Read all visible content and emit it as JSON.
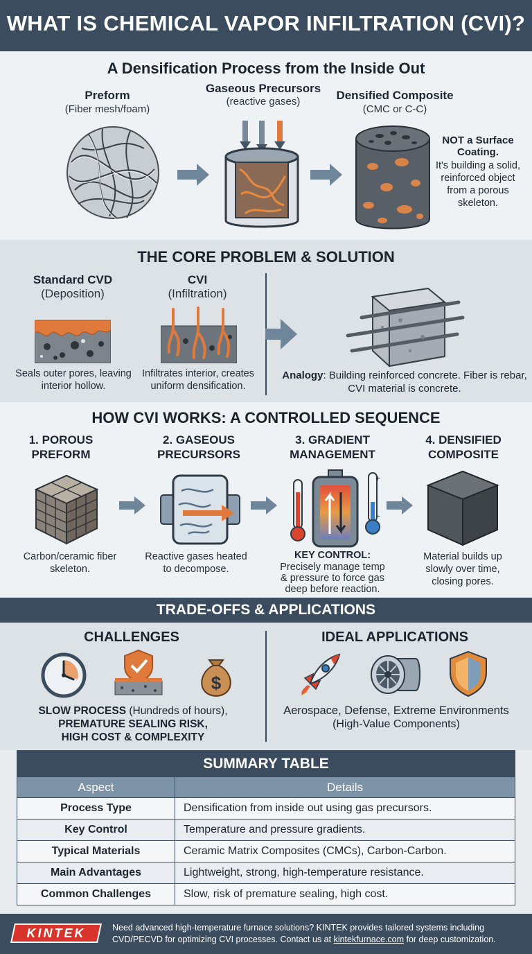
{
  "header": {
    "title": "WHAT IS CHEMICAL VAPOR INFILTRATION (CVI)?"
  },
  "overview": {
    "heading": "A Densification Process from the Inside Out",
    "preform": {
      "title": "Preform",
      "subtitle": "(Fiber mesh/foam)"
    },
    "precursors": {
      "title": "Gaseous Precursors",
      "subtitle": "(reactive gases)"
    },
    "composite": {
      "title": "Densified Composite",
      "subtitle": "(CMC or C-C)"
    },
    "note_bold": "NOT a Surface Coating.",
    "note_text": "It's building a solid, reinforced object from a porous skeleton."
  },
  "problem": {
    "heading": "THE CORE PROBLEM & SOLUTION",
    "cvd": {
      "title": "Standard CVD",
      "subtitle": "(Deposition)",
      "caption": "Seals outer pores, leaving interior hollow."
    },
    "cvi": {
      "title": "CVI",
      "subtitle": "(Infiltration)",
      "caption": "Infiltrates interior, creates uniform densification."
    },
    "analogy_bold": "Analogy",
    "analogy_text": ": Building reinforced concrete. Fiber is rebar, CVI material is concrete."
  },
  "how": {
    "heading": "HOW CVI WORKS: A CONTROLLED SEQUENCE",
    "steps": [
      {
        "title": "1. POROUS PREFORM",
        "caption": "Carbon/ceramic fiber skeleton."
      },
      {
        "title": "2. GASEOUS PRECURSORS",
        "caption": "Reactive gases heated to decompose."
      },
      {
        "title": "3. GRADIENT MANAGEMENT",
        "caption_bold": "KEY CONTROL:",
        "caption": "Precisely manage temp & pressure to force gas deep before reaction."
      },
      {
        "title": "4. DENSIFIED COMPOSITE",
        "caption": "Material builds up slowly over time, closing pores."
      }
    ]
  },
  "tradeoffs": {
    "heading": "TRADE-OFFS & APPLICATIONS",
    "challenges_title": "CHALLENGES",
    "challenges_bold1": "SLOW PROCESS",
    "challenges_text1": " (Hundreds of hours),",
    "challenges_bold2": "PREMATURE SEALING RISK,",
    "challenges_bold3": "HIGH COST & COMPLEXITY",
    "apps_title": "IDEAL APPLICATIONS",
    "apps_text": "Aerospace, Defense, Extreme Environments",
    "apps_sub": "(High-Value Components)",
    "icons": [
      "clock-icon",
      "sealing-icon",
      "money-bag-icon",
      "rocket-icon",
      "jet-engine-icon",
      "shield-icon"
    ]
  },
  "summary": {
    "title": "SUMMARY TABLE",
    "columns": [
      "Aspect",
      "Details"
    ],
    "rows": [
      [
        "Process Type",
        "Densification from inside out using gas precursors."
      ],
      [
        "Key Control",
        "Temperature and pressure gradients."
      ],
      [
        "Typical Materials",
        "Ceramic Matrix Composites (CMCs), Carbon-Carbon."
      ],
      [
        "Main Advantages",
        "Lightweight, strong, high-temperature resistance."
      ],
      [
        "Common Challenges",
        "Slow, risk of premature sealing, high cost."
      ]
    ]
  },
  "footer": {
    "logo": "KINTEK",
    "line1": "Need advanced high-temperature furnace solutions? KINTEK provides tailored systems including",
    "line2_pre": "CVD/PECVD for optimizing CVI processes. Contact us at ",
    "link": "kintekfurnace.com",
    "line2_post": " for deep customization."
  },
  "colors": {
    "navy": "#3a4c5e",
    "orange": "#e07a3c",
    "steel": "#7c93a8"
  }
}
